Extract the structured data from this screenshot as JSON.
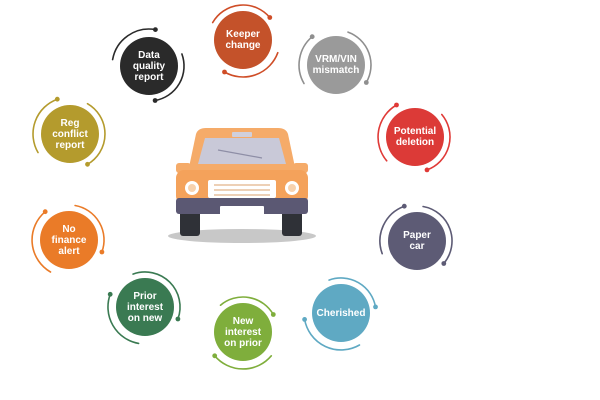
{
  "nodes": [
    {
      "id": "keeper-change",
      "label": "Keeper\nchange",
      "color": "#c4522a",
      "arc": "#cf4d27"
    },
    {
      "id": "vrm-vin-mismatch",
      "label": "VRM/VIN\nmismatch",
      "color": "#9a9a9a",
      "arc": "#8f8f8f"
    },
    {
      "id": "potential-deletion",
      "label": "Potential\ndeletion",
      "color": "#dc3a37",
      "arc": "#e03a37"
    },
    {
      "id": "paper-car",
      "label": "Paper\ncar",
      "color": "#5d5b75",
      "arc": "#5d5b75"
    },
    {
      "id": "cherished",
      "label": "Cherished",
      "color": "#5fa9c3",
      "arc": "#5fa9c3"
    },
    {
      "id": "new-interest-on-prior",
      "label": "New\ninterest\non prior",
      "color": "#7fae3c",
      "arc": "#7fae3c"
    },
    {
      "id": "prior-interest-on-new",
      "label": "Prior\ninterest\non new",
      "color": "#3a7a52",
      "arc": "#3a7a52"
    },
    {
      "id": "no-finance-alert",
      "label": "No\nfinance\nalert",
      "color": "#ea7b28",
      "arc": "#ea7b28"
    },
    {
      "id": "reg-conflict-report",
      "label": "Reg\nconflict\nreport",
      "color": "#b49b2d",
      "arc": "#b49b2d"
    },
    {
      "id": "data-quality-report",
      "label": "Data\nquality\nreport",
      "color": "#2a2a2a",
      "arc": "#2a2a2a"
    }
  ],
  "car": {
    "body_color": "#f4a25b",
    "roof_color": "#f5ab69",
    "windshield_color": "#c9c9d8",
    "bumper_color": "#5b5873",
    "plate_color": "#ffffff",
    "tire_color": "#2f3137",
    "shadow_color": "#c8c8c8",
    "light_color": "#ffffff"
  }
}
